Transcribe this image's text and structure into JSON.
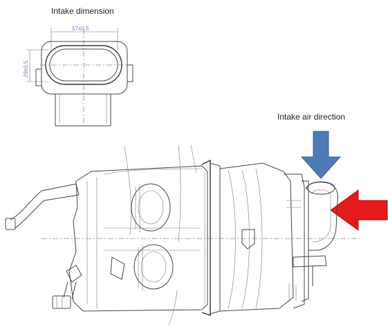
{
  "labels": {
    "intake_dimension": "Intake dimension",
    "intake_air_direction": "Intake air direction"
  },
  "dimensions": {
    "width": "57±0.5",
    "height": "29±0.5"
  },
  "colors": {
    "blue_arrow": "#4f7ab8",
    "red_arrow": "#e41b1b",
    "dimension_text": "#7a7ab8"
  }
}
